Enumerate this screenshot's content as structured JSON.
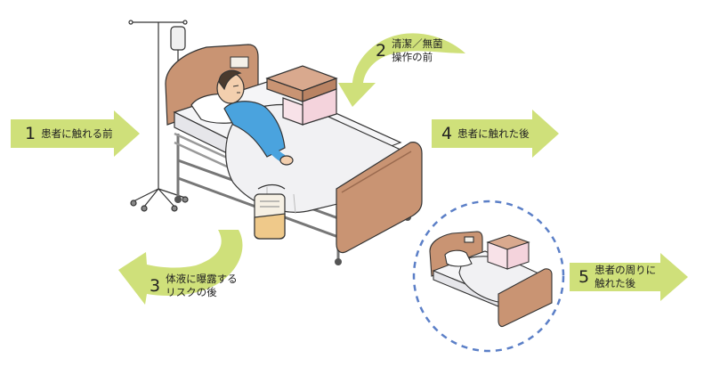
{
  "colors": {
    "arrow": "#cfe07a",
    "bed_frame": "#c99473",
    "bed_frame_dark": "#9a6a4f",
    "metal": "#d9d9d9",
    "sheet": "#f5f5f7",
    "blanket": "#f1f1f3",
    "gown": "#4aa3de",
    "skin": "#f3cfae",
    "hair": "#4a3a2e",
    "cabinet_top": "#d9a98e",
    "cabinet_body": "#f4d3dc",
    "urine_bag": "#efc98a",
    "circle_dash": "#5b7fc7",
    "outline": "#333333"
  },
  "moments": [
    {
      "number": "1",
      "lines": [
        "患者に触れる前"
      ]
    },
    {
      "number": "2",
      "lines": [
        "清潔／無菌",
        "操作の前"
      ]
    },
    {
      "number": "3",
      "lines": [
        "体液に曝露する",
        "リスクの後"
      ]
    },
    {
      "number": "4",
      "lines": [
        "患者に触れた後"
      ]
    },
    {
      "number": "5",
      "lines": [
        "患者の周りに",
        "触れた後"
      ]
    }
  ],
  "icons": [
    "iv-stand-icon",
    "hospital-bed-icon",
    "patient-icon",
    "bedside-cabinet-icon",
    "urine-bag-icon"
  ]
}
